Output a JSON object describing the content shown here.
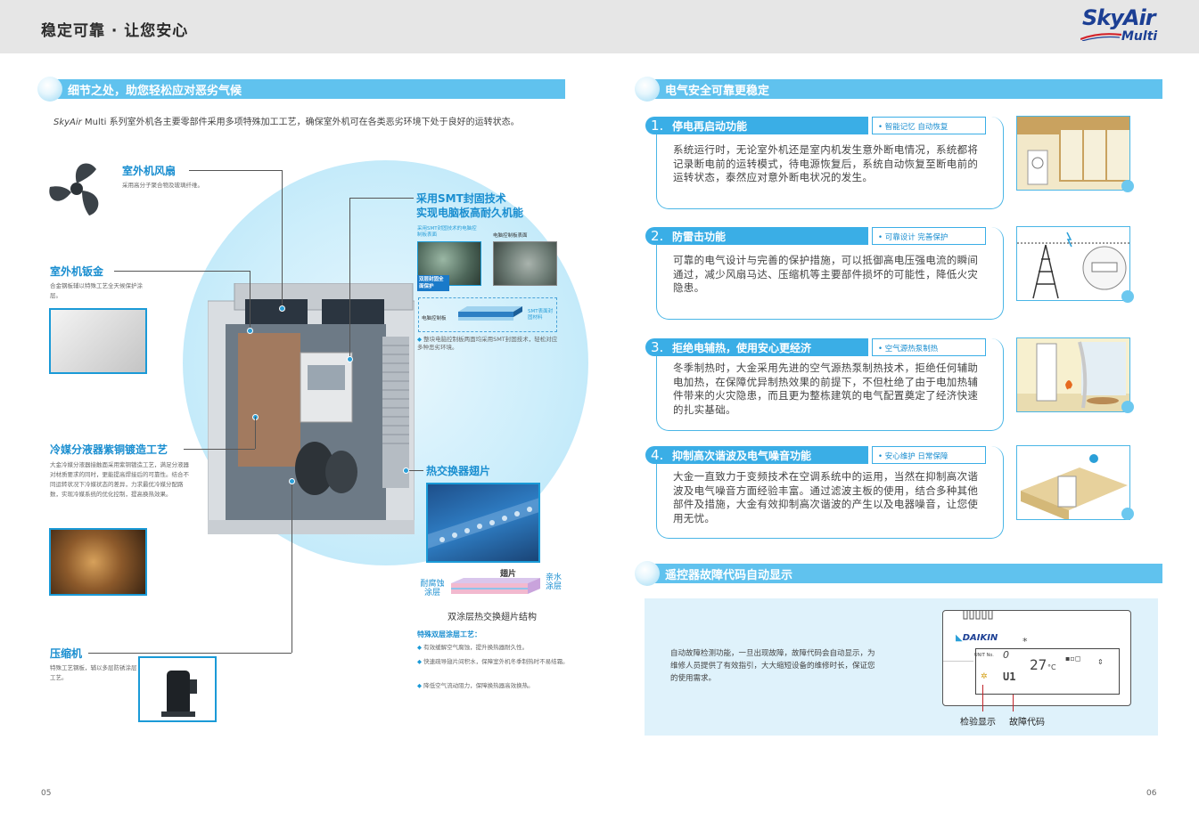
{
  "header": {
    "title": "稳定可靠 · 让您安心",
    "logo_sky": "SkyAir",
    "logo_multi": "Multi"
  },
  "left": {
    "section_title": "细节之处，助您轻松应对恶劣气候",
    "intro_brand": "SkyAir",
    "intro_text": " Multi  系列室外机各主要零部件采用多项特殊加工工艺，确保室外机可在各类恶劣环境下处于良好的运转状态。",
    "fan": {
      "title": "室外机风扇",
      "desc": "采用高分子聚合物及玻璃纤维。"
    },
    "sheet": {
      "title": "室外机钣金",
      "desc": "合金钢板辅以特殊工艺全天候保护涂层。"
    },
    "copper": {
      "title": "冷媒分液器紫铜镀造工艺",
      "desc": "大金冷媒分液器接触面采用紫铜镀造工艺，满足分液器对材质要求的同时，更能提高焊接后的可靠性。结合不同运转状况下冷媒状态的差异，力求最优冷媒分配路数，实现冷媒系统的优化控制，提高换热效果。"
    },
    "compressor": {
      "title": "压缩机",
      "desc": "特殊工艺钢板，辅以多层防锈涂层工艺。"
    },
    "smt": {
      "title_line1": "采用SMT封固技术",
      "title_line2": "实现电脑板高耐久机能",
      "photo1_label": "采用SMT封固技术的电脑控制板表面",
      "photo2_label": "电脑控制板表面",
      "badge": "双层封固全面保护",
      "board_label": "电脑控制板",
      "smt_label": "SMT表面封固材料",
      "note": "整块电脑控制板两面均采用SMT封固技术，轻松对应多种恶劣环境。"
    },
    "fin": {
      "title": "热交换器翅片",
      "fin_label": "翅片",
      "corrosion_label": "耐腐蚀涂层",
      "hydrophilic_label": "亲水涂层",
      "caption": "双涂层热交换翅片结构",
      "coat_title": "特殊双层涂层工艺：",
      "bullets": [
        "有效缓解空气腐蚀，提升换热器耐久性。",
        "快速疏导翅片间积水，保障室外机冬季制热时不易结霜。",
        "降低空气流动阻力，保障换热器高效换热。"
      ]
    },
    "page_num": "05"
  },
  "right": {
    "section_title": "电气安全可靠更稳定",
    "features": [
      {
        "num": "1.",
        "title": "停电再启动功能",
        "tag": "• 智能记忆  自动恢复",
        "text": "系统运行时，无论室外机还是室内机发生意外断电情况，系统都将记录断电前的运转模式，待电源恢复后，系统自动恢复至断电前的运转状态，泰然应对意外断电状况的发生。"
      },
      {
        "num": "2.",
        "title": "防雷击功能",
        "tag": "• 可靠设计  完善保护",
        "text": "可靠的电气设计与完善的保护措施，可以抵御高电压强电流的瞬间通过，减少风扇马达、压缩机等主要部件损坏的可能性，降低火灾隐患。"
      },
      {
        "num": "3.",
        "title": "拒绝电辅热，使用安心更经济",
        "tag": "• 空气源热泵制热",
        "text": "冬季制热时，大金采用先进的空气源热泵制热技术，拒绝任何辅助电加热，在保障优异制热效果的前提下，不但杜绝了由于电加热辅件带来的火灾隐患，而且更为整栋建筑的电气配置奠定了经济快速的扎实基础。"
      },
      {
        "num": "4.",
        "title": "抑制高次谐波及电气噪音功能",
        "tag": "• 安心维护  日常保障",
        "text": "大金一直致力于变频技术在空调系统中的运用，当然在抑制高次谐波及电气噪音方面经验丰富。通过滤波主板的使用，结合多种其他部件及措施，大金有效抑制高次谐波的产生以及电器噪音，让您使用无忧。"
      }
    ],
    "error_section_title": "遥控器故障代码自动显示",
    "error_text": "自动故障检测功能，一旦出现故障，故障代码会自动显示，为维修人员提供了有效指引，大大缩短设备的维修时长，保证您的使用需求。",
    "remote": {
      "brand": "DAIKIN",
      "unit_no": "UNIT No.",
      "unit_digit": "0",
      "code": "U1",
      "temp": "27",
      "temp_unit": "°C",
      "star": "*",
      "check_label": "检验显示",
      "fault_label": "故障代码"
    },
    "page_num": "06"
  }
}
